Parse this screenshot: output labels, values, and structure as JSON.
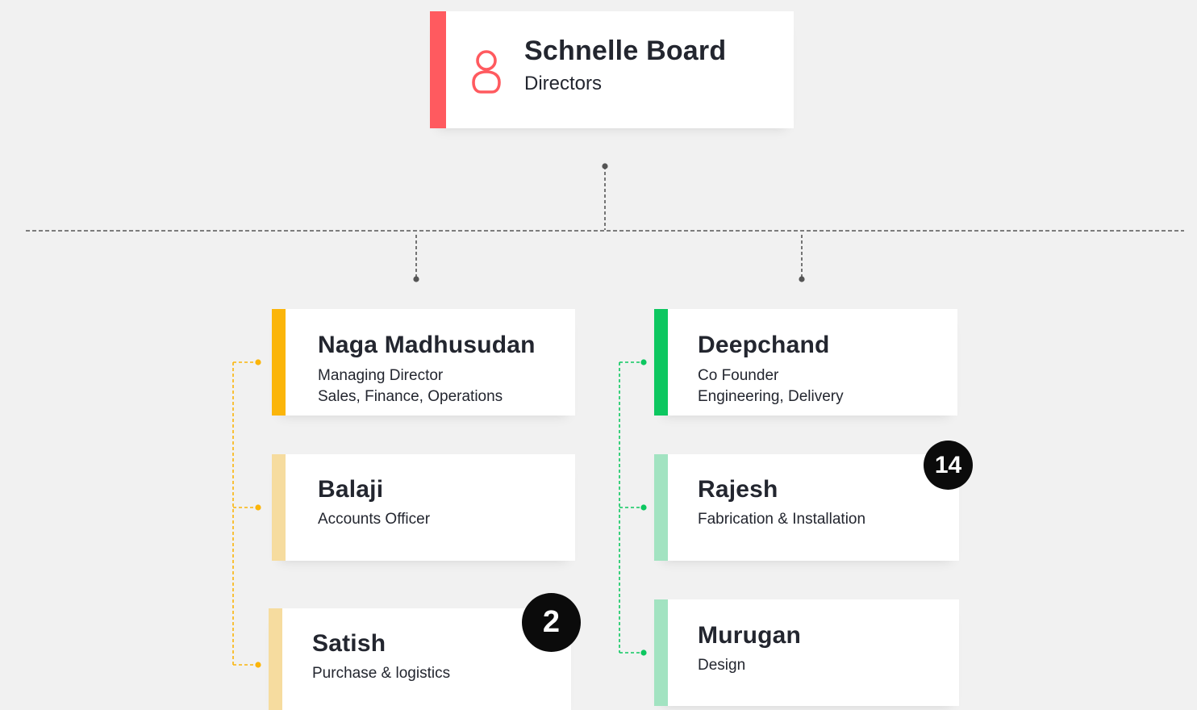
{
  "colors": {
    "root_accent": "#ff5a5f",
    "yellow_accent": "#fbb50a",
    "yellow_light": "#f6dc9f",
    "green_accent": "#0dc760",
    "green_light": "#a2e3c1",
    "connector_gray": "#555555",
    "badge_bg": "#0b0b0b"
  },
  "root": {
    "name": "Schnelle Board",
    "role": "Directors",
    "icon": "user-icon"
  },
  "left_branch": [
    {
      "name": "Naga Madhusudan",
      "lines": [
        "Managing Director",
        "Sales, Finance, Operations"
      ]
    },
    {
      "name": "Balaji",
      "lines": [
        "Accounts Officer"
      ]
    },
    {
      "name": "Satish",
      "lines": [
        "Purchase & logistics"
      ]
    }
  ],
  "right_branch": [
    {
      "name": "Deepchand",
      "lines": [
        "Co Founder",
        "Engineering, Delivery"
      ]
    },
    {
      "name": "Rajesh",
      "lines": [
        "Fabrication & Installation"
      ]
    },
    {
      "name": "Murugan",
      "lines": [
        "Design"
      ]
    }
  ],
  "badges": {
    "satish": "2",
    "rajesh": "14"
  }
}
